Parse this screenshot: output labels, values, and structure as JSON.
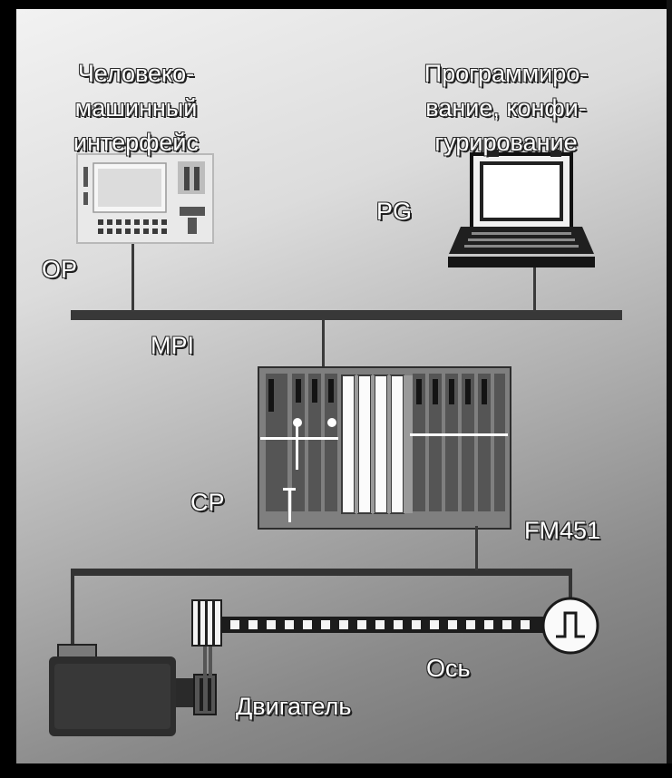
{
  "labels": {
    "hmi": [
      "Человеко-",
      "машинный",
      "интерфейс"
    ],
    "programming": [
      "Программиро-",
      "вание, конфи-",
      "гурирование"
    ],
    "op": "OP",
    "pg": "PG",
    "mpi": "MPI",
    "cp": "CP",
    "fm451": "FM451",
    "axis": "Ось",
    "motor": "Двигатель"
  },
  "colors": {
    "bus": "#3a3a3a",
    "device_face": "#ededed",
    "rack": "#7d7d7d",
    "motor": "#2e2e2e",
    "label_text": "#ffffff"
  },
  "icons": {
    "operator_panel": "operator-panel-icon",
    "programmer": "laptop-icon",
    "plc_rack": "plc-rack-icon",
    "motor": "motor-icon",
    "encoder": "pulse-encoder-icon"
  }
}
